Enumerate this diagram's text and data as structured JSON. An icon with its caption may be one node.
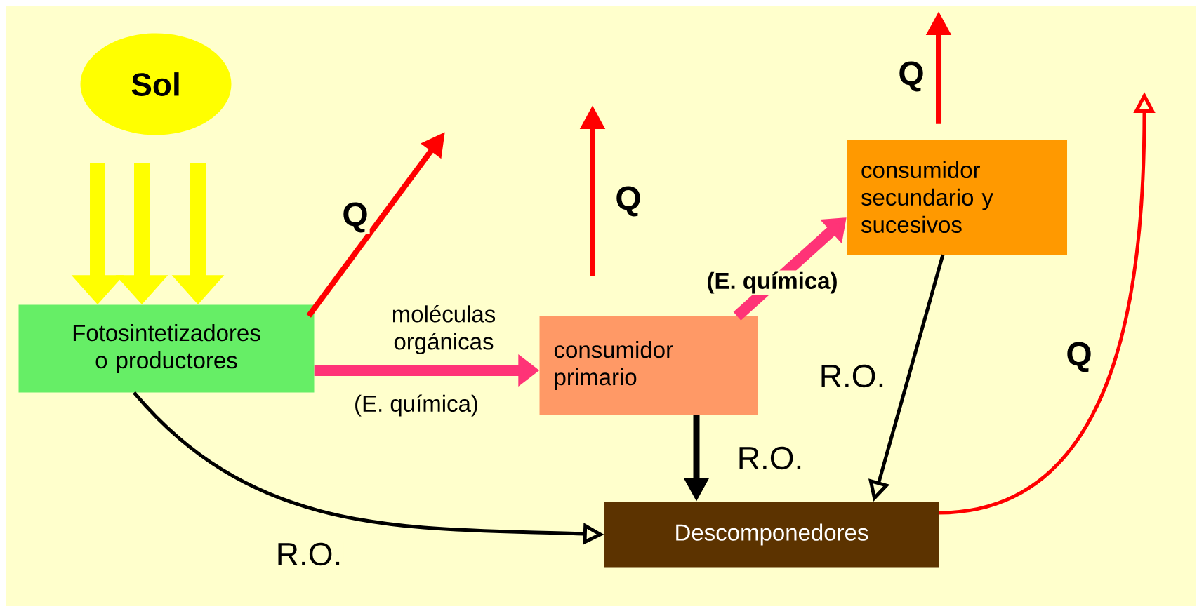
{
  "diagram": {
    "nodes": [
      {
        "text": [
          "Sol"
        ]
      },
      {
        "text": [
          "Fotosintetizadores o productores"
        ]
      },
      {
        "text": [
          "consumidor primario"
        ]
      },
      {
        "text": [
          "consumidor secundario y sucesivos"
        ]
      },
      {
        "text": [
          "Descomponedores"
        ]
      }
    ],
    "edges": [
      {
        "from": 0,
        "to": 1,
        "arrow": "to",
        "style": "thick",
        "color": "#ffff00"
      },
      {
        "from": 0,
        "to": 1,
        "arrow": "to",
        "style": "thick",
        "color": "#ffff00"
      },
      {
        "from": 0,
        "to": 1,
        "arrow": "to",
        "style": "thick",
        "color": "#ffff00"
      },
      {
        "from": 1,
        "to": 2,
        "arrow": "to",
        "label": "moléculas orgánicas",
        "style": "thick",
        "color": "#ff3377"
      },
      {
        "from": 2,
        "to": 3,
        "arrow": "to",
        "label": "(E. química)",
        "style": "thick",
        "color": "#ff3377"
      },
      {
        "from": 1,
        "to": 4,
        "arrow": "to",
        "label": "R.O.",
        "color": "#000000"
      },
      {
        "from": 2,
        "to": 4,
        "arrow": "to",
        "label": "R.O.",
        "color": "#000000"
      },
      {
        "from": 3,
        "to": 4,
        "arrow": "to",
        "label": "R.O.",
        "color": "#000000"
      },
      {
        "from": 1,
        "to": null,
        "arrow": "to",
        "label": "Q",
        "color": "#ff0000"
      },
      {
        "from": 2,
        "to": null,
        "arrow": "to",
        "label": "Q",
        "color": "#ff0000"
      },
      {
        "from": 3,
        "to": null,
        "arrow": "to",
        "label": "Q",
        "color": "#ff0000"
      },
      {
        "from": 4,
        "to": null,
        "arrow": "to",
        "label": "Q",
        "color": "#ff0000"
      }
    ],
    "labels": [
      "(E. química)"
    ]
  }
}
